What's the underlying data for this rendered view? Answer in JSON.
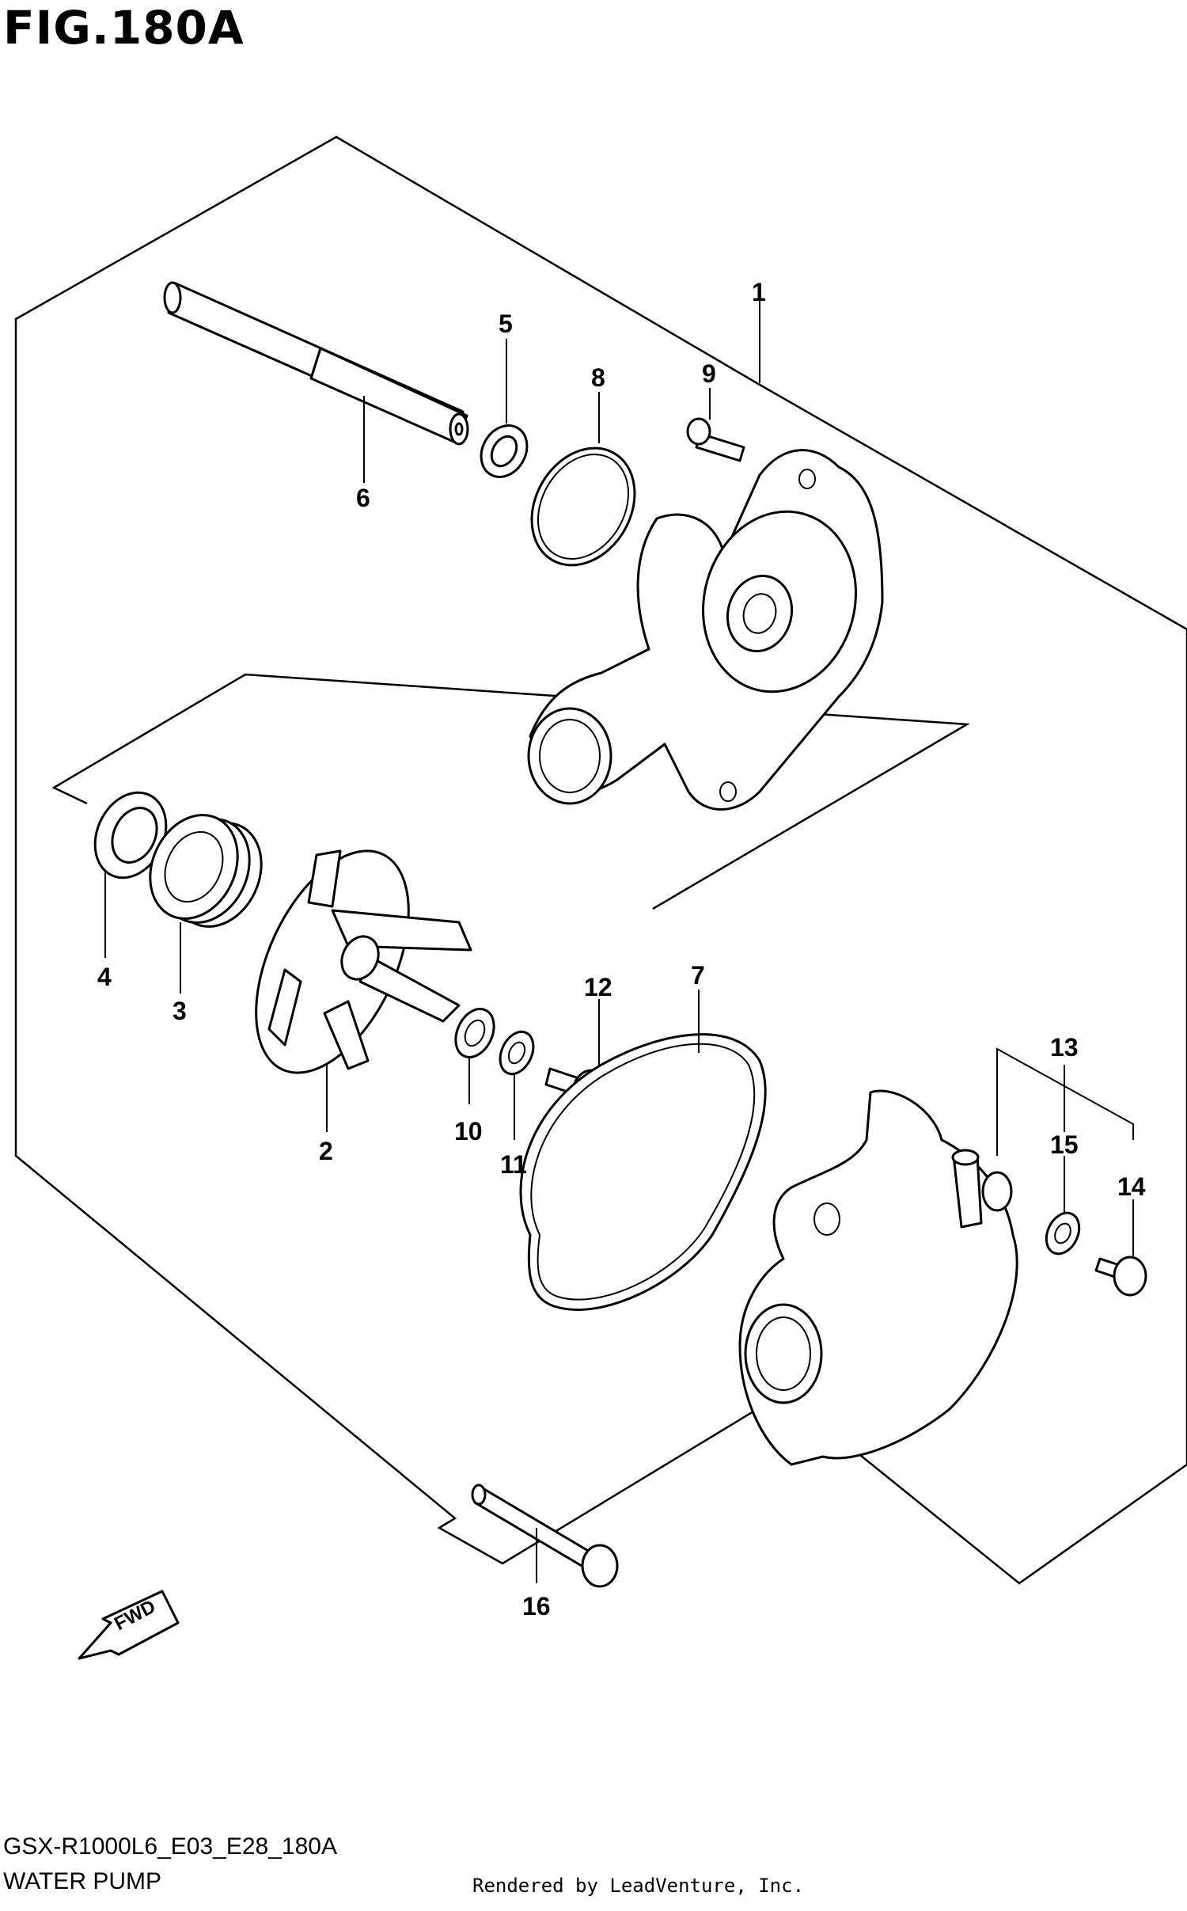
{
  "figure": {
    "title": "FIG.180A"
  },
  "diagram": {
    "callouts": [
      {
        "id": "1",
        "label": "1"
      },
      {
        "id": "2",
        "label": "2"
      },
      {
        "id": "3",
        "label": "3"
      },
      {
        "id": "4",
        "label": "4"
      },
      {
        "id": "5",
        "label": "5"
      },
      {
        "id": "6",
        "label": "6"
      },
      {
        "id": "7",
        "label": "7"
      },
      {
        "id": "8",
        "label": "8"
      },
      {
        "id": "9",
        "label": "9"
      },
      {
        "id": "10",
        "label": "10"
      },
      {
        "id": "11",
        "label": "11"
      },
      {
        "id": "12",
        "label": "12"
      },
      {
        "id": "13",
        "label": "13"
      },
      {
        "id": "14",
        "label": "14"
      },
      {
        "id": "15",
        "label": "15"
      },
      {
        "id": "16",
        "label": "16"
      }
    ],
    "fwd_label": "FWD"
  },
  "footer": {
    "model_code": "GSX-R1000L6_E03_E28_180A",
    "part_name": "WATER PUMP",
    "credit": "Rendered by LeadVenture, Inc."
  }
}
